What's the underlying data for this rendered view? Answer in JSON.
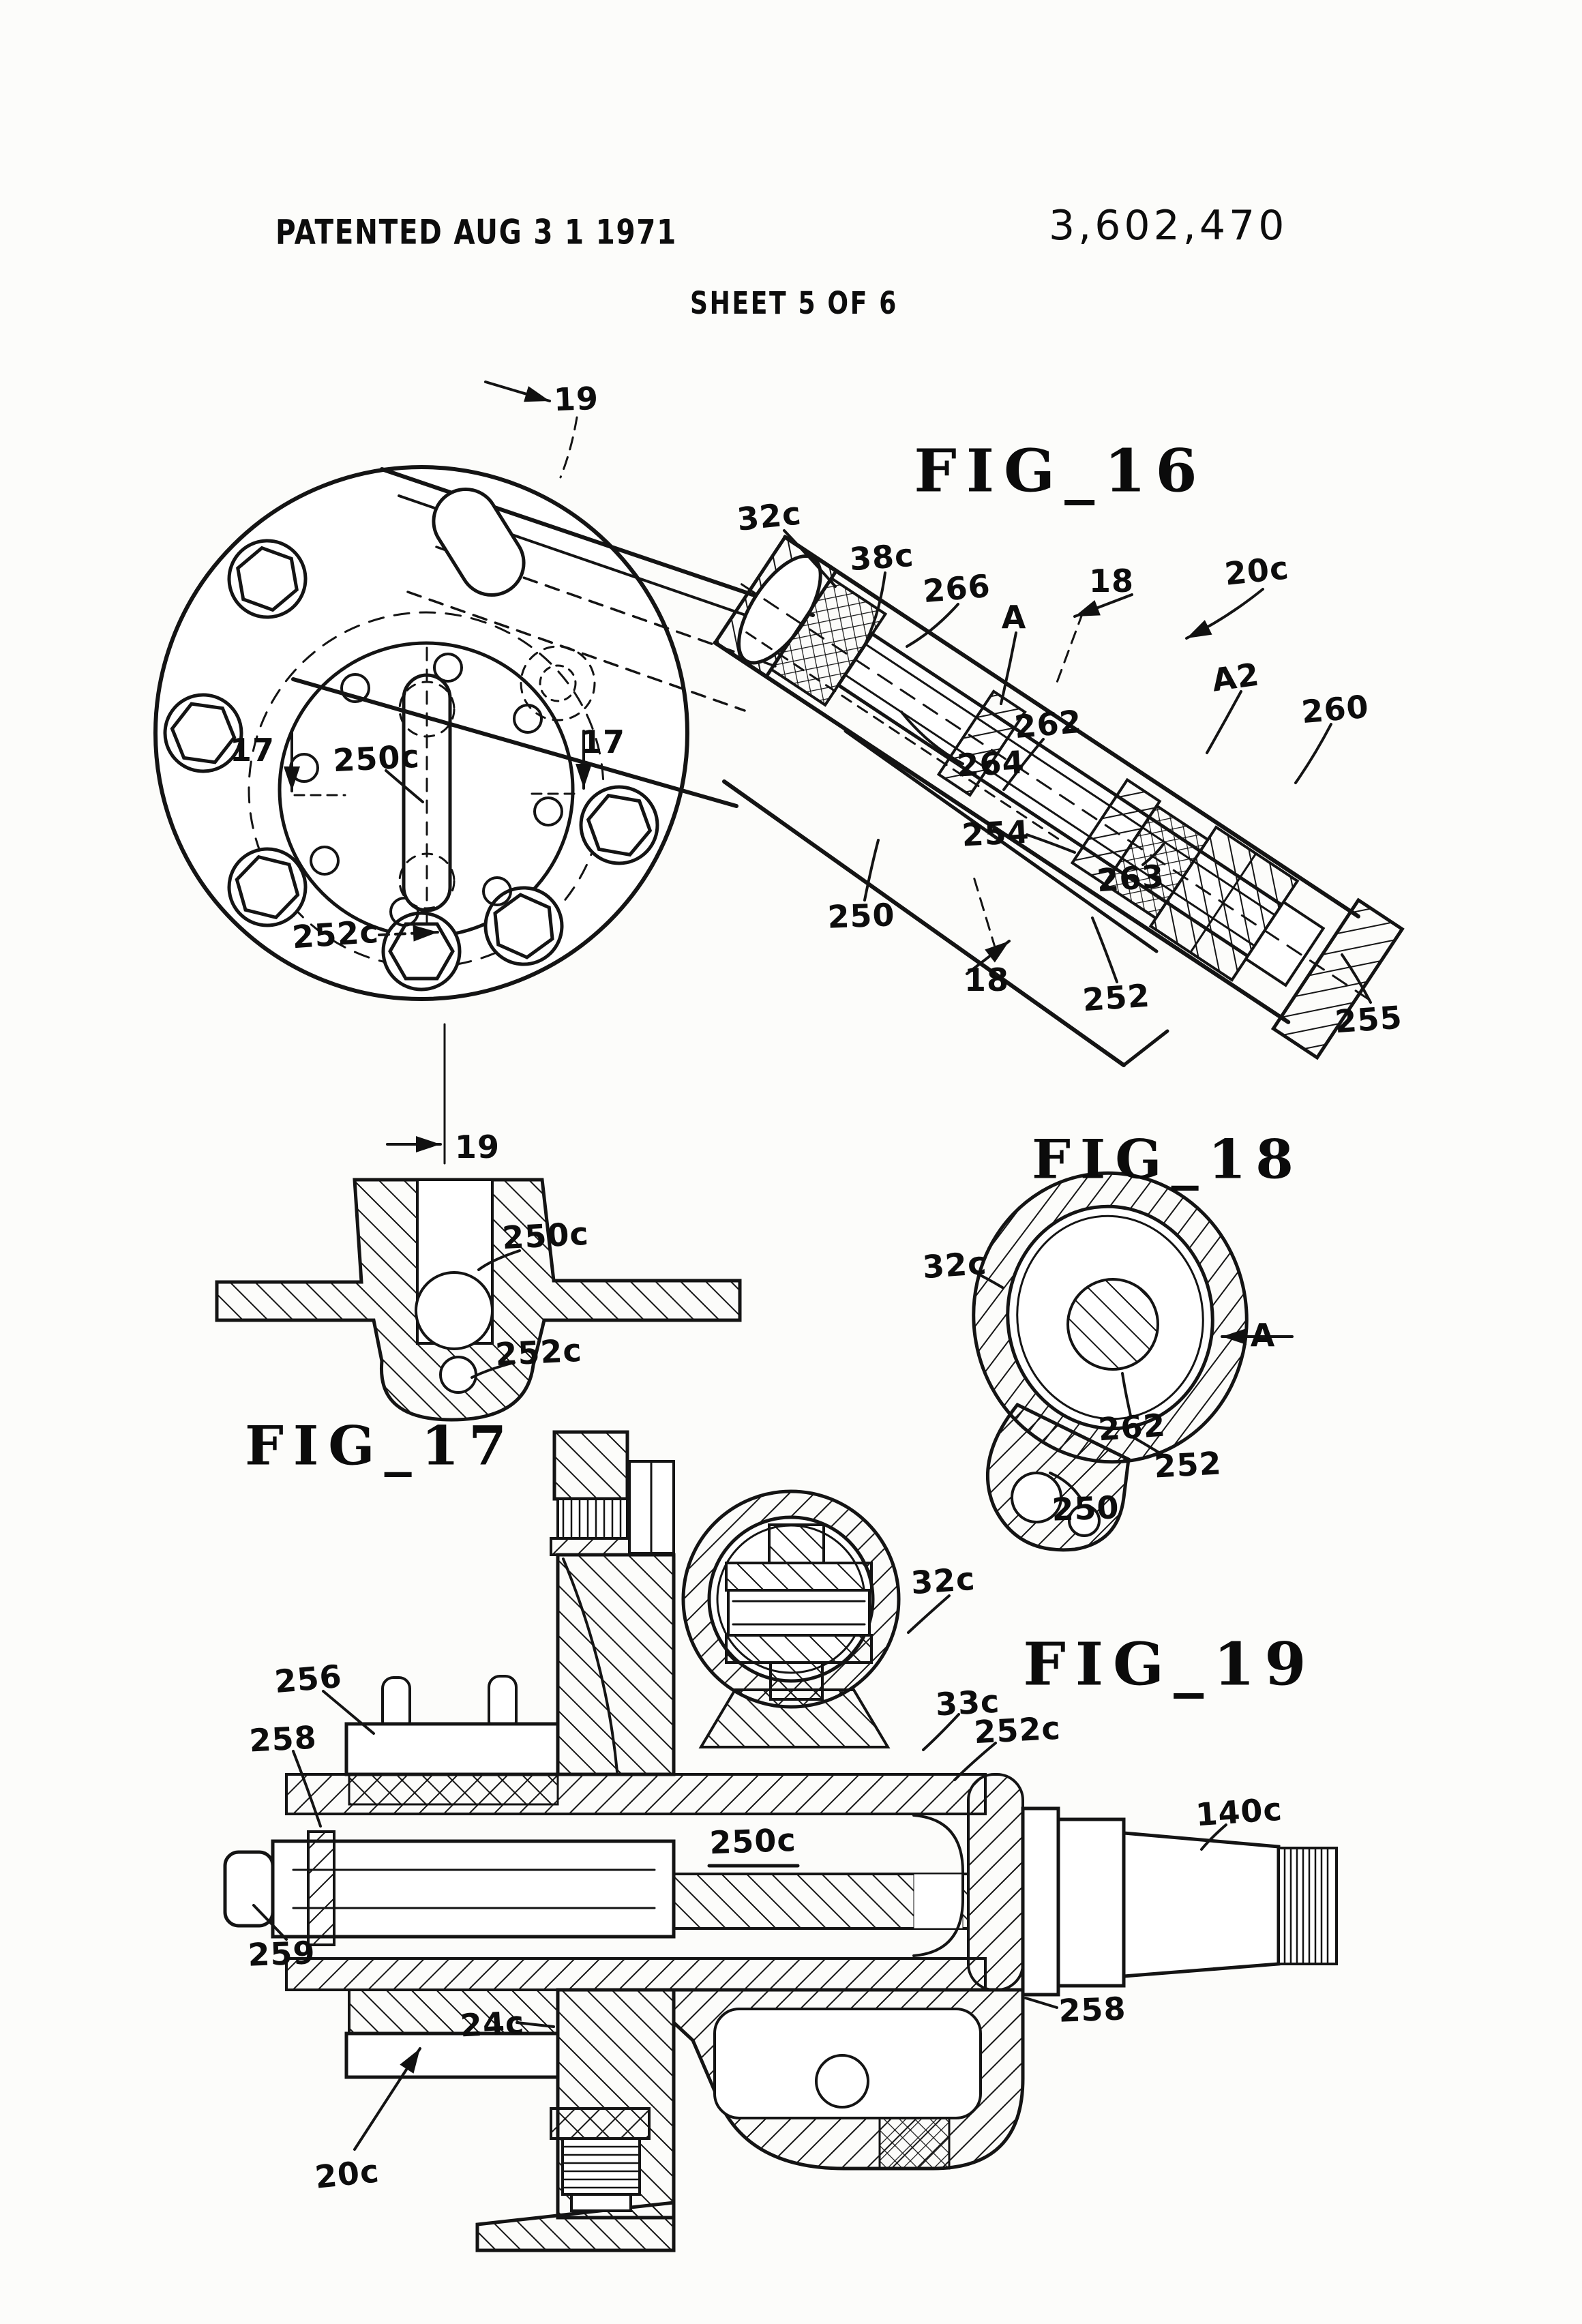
{
  "page": {
    "patented_stamp": "PATENTED AUG 3 1 1971",
    "patent_number": "3,602,470",
    "sheet_label": "SHEET 5 OF 6"
  },
  "figures": {
    "fig16": {
      "title": "FIG_16",
      "refs": [
        "19",
        "32c",
        "38c",
        "266",
        "A",
        "18",
        "20c",
        "A2",
        "260",
        "262",
        "264",
        "254",
        "263",
        "250",
        "17",
        "250c",
        "17",
        "252c",
        "18",
        "252",
        "255",
        "19"
      ]
    },
    "fig17": {
      "title": "FIG_17",
      "refs": [
        "250c",
        "252c"
      ]
    },
    "fig18": {
      "title": "FIG_18",
      "refs": [
        "32c",
        "A",
        "262",
        "252",
        "250"
      ]
    },
    "fig19": {
      "title": "FIG_19",
      "refs": [
        "32c",
        "256",
        "258",
        "33c",
        "252c",
        "140c",
        "250c",
        "24c",
        "259",
        "20c",
        "258"
      ]
    }
  }
}
